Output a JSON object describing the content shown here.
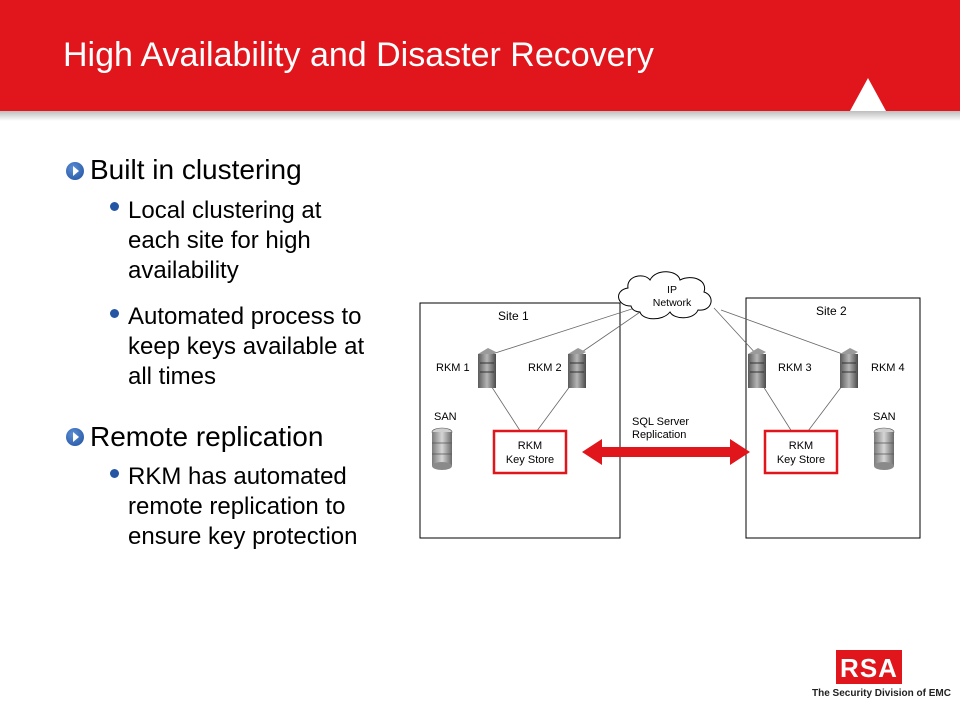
{
  "header": {
    "title": "High Availability and Disaster Recovery",
    "background_color": "#e0161c"
  },
  "content": {
    "sections": [
      {
        "heading": "Built in clustering",
        "items": [
          [
            "Local clustering at",
            "each site for high",
            "availability"
          ],
          [
            "Automated process to",
            "keep keys available at",
            "all times"
          ]
        ]
      },
      {
        "heading": "Remote replication",
        "items": [
          [
            "RKM has automated",
            "remote replication to",
            "ensure key protection"
          ]
        ]
      }
    ]
  },
  "diagram": {
    "cloud_line1": "IP",
    "cloud_line2": "Network",
    "site1_label": "Site 1",
    "site2_label": "Site 2",
    "servers": [
      "RKM 1",
      "RKM 2",
      "RKM 3",
      "RKM 4"
    ],
    "san_label": "SAN",
    "keystore_line1": "RKM",
    "keystore_line2": "Key Store",
    "replication_line1": "SQL Server",
    "replication_line2": "Replication",
    "accent_color": "#e0161c"
  },
  "footer": {
    "logo_text": "RSA",
    "tagline": "The Security Division of EMC"
  }
}
